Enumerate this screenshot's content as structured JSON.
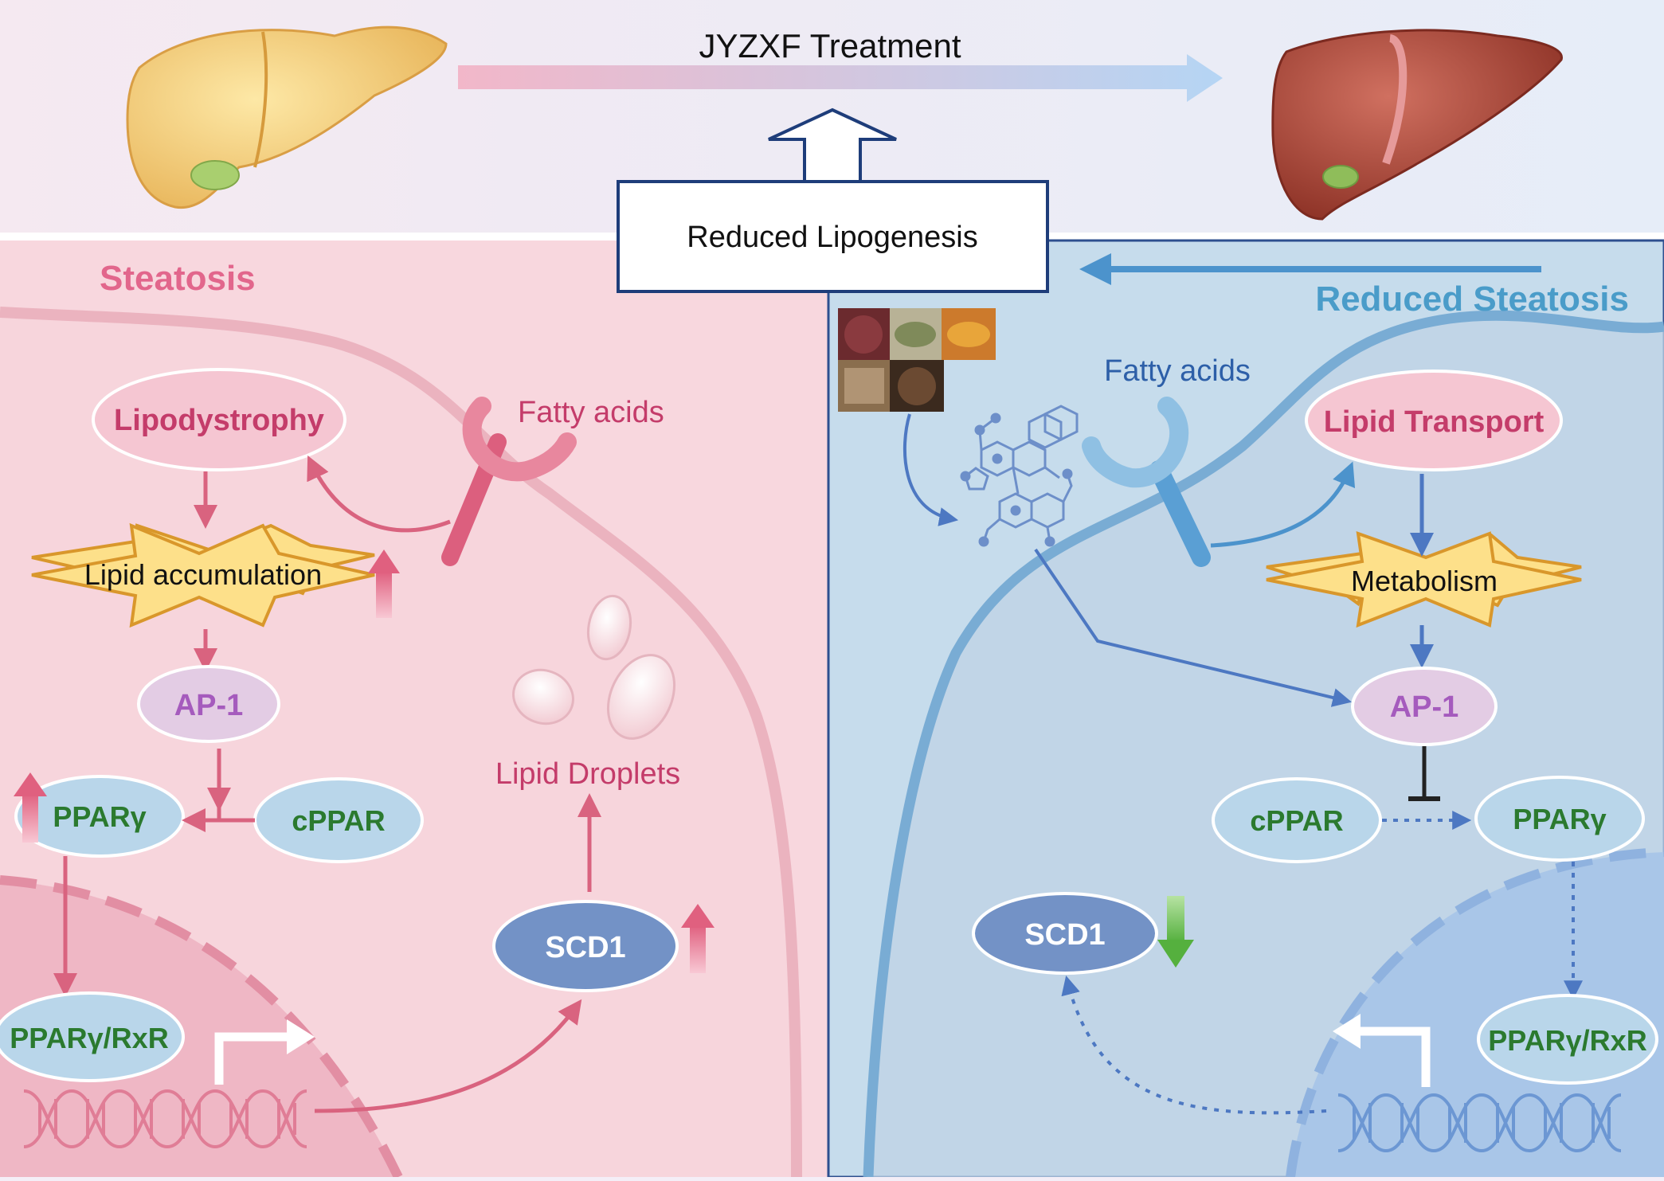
{
  "header": {
    "treatment_label": "JYZXF Treatment",
    "center_box_label": "Reduced Lipogenesis"
  },
  "left_panel": {
    "title": "Steatosis",
    "fatty_acids": "Fatty acids",
    "lipodystrophy": "Lipodystrophy",
    "lipid_accumulation": "Lipid accumulation",
    "ap1": "AP-1",
    "ppar_gamma": "PPARγ",
    "cppar": "cPPAR",
    "ppar_rxr": "PPARγ/RxR",
    "scd1": "SCD1",
    "lipid_droplets": "Lipid Droplets"
  },
  "right_panel": {
    "title": "Reduced Steatosis",
    "fatty_acids": "Fatty acids",
    "lipid_transport": "Lipid Transport",
    "metabolism": "Metabolism",
    "ap1": "AP-1",
    "cppar": "cPPAR",
    "ppar_gamma": "PPARγ",
    "scd1": "SCD1",
    "ppar_rxr": "PPARγ/RxR"
  },
  "colors": {
    "left_bg": "#f8d7de",
    "right_bg": "#c6dcec",
    "title_pink": "#e2668c",
    "title_blue": "#4a9cc9",
    "ellipse_pink": "#f5c6d2",
    "ellipse_purple": "#e3cce4",
    "ellipse_blue": "#b9d6ea",
    "scd1_blue": "#7392c6",
    "star_yellow": "#fde08a",
    "green_text": "#2b7a2f",
    "magenta_text": "#c43c6a",
    "purple_text": "#a55bbd"
  }
}
